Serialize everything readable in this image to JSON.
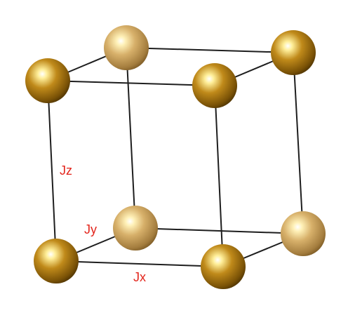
{
  "labels": {
    "jz": "Jz",
    "jy": "Jy",
    "jx": "Jx"
  },
  "colors": {
    "bond": "#1e1e1e",
    "label": "#e3251c",
    "atom_front": "#b8860b",
    "atom_back": "#caa45e",
    "highlight": "#ffffff",
    "background": "#ffffff"
  },
  "atoms": [
    {
      "name": "atom-front-top-left",
      "depth": "front"
    },
    {
      "name": "atom-front-top-right",
      "depth": "front"
    },
    {
      "name": "atom-front-bottom-left",
      "depth": "front"
    },
    {
      "name": "atom-front-bottom-right",
      "depth": "front"
    },
    {
      "name": "atom-back-top-left",
      "depth": "back"
    },
    {
      "name": "atom-back-top-right",
      "depth": "back"
    },
    {
      "name": "atom-back-bottom-left",
      "depth": "back"
    },
    {
      "name": "atom-back-bottom-right",
      "depth": "back"
    }
  ]
}
